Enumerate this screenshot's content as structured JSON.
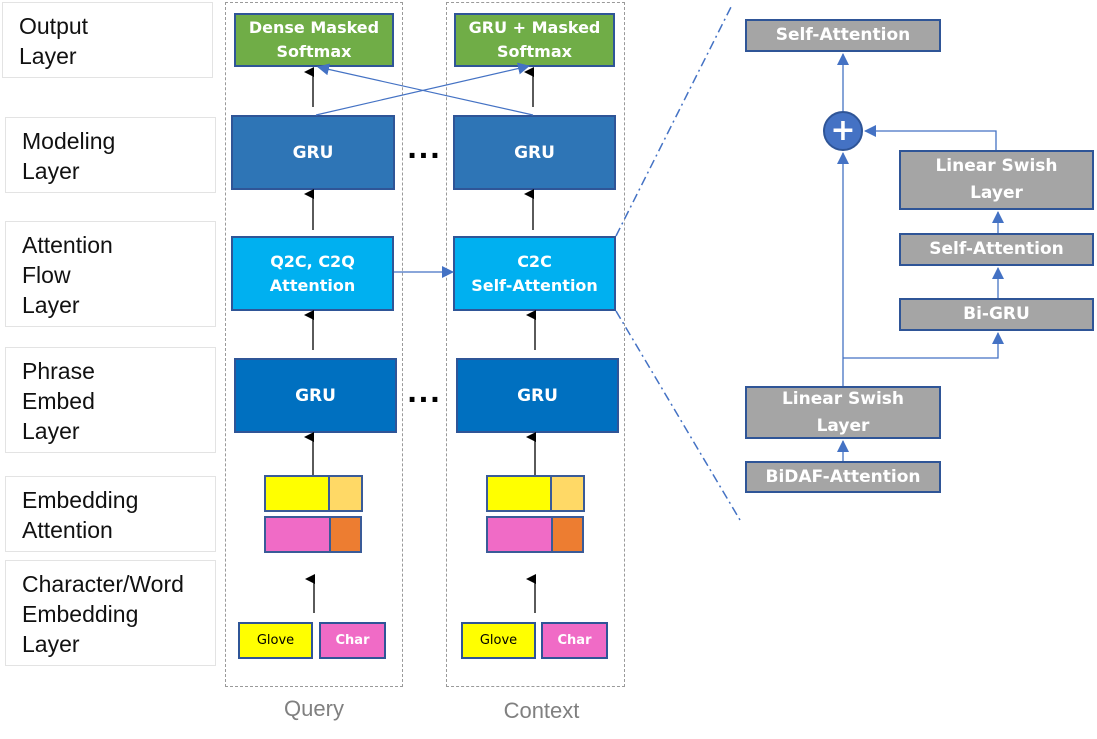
{
  "layer_labels": [
    {
      "id": "output",
      "text": "Output\nLayer"
    },
    {
      "id": "modeling",
      "text": "Modeling\nLayer"
    },
    {
      "id": "attention-flow",
      "text": "Attention\nFlow\nLayer"
    },
    {
      "id": "phrase-embed",
      "text": "Phrase\nEmbed\nLayer"
    },
    {
      "id": "embedding-attention",
      "text": "Embedding\nAttention"
    },
    {
      "id": "char-word-embedding",
      "text": "Character/Word\nEmbedding\nLayer"
    }
  ],
  "columns": {
    "query": {
      "caption": "Query",
      "output": "Dense Masked\nSoftmax",
      "modeling": "GRU",
      "attention": "Q2C, C2Q\nAttention",
      "phrase": "GRU",
      "glove": "Glove",
      "char": "Char"
    },
    "context": {
      "caption": "Context",
      "output": "GRU + Masked\nSoftmax",
      "modeling": "GRU",
      "attention": "C2C\nSelf-Attention",
      "phrase": "GRU",
      "glove": "Glove",
      "char": "Char"
    }
  },
  "ellipsis": "...",
  "detail": {
    "top_self_attention": "Self-Attention",
    "plus_symbol": "+",
    "linear_swish_right": "Linear Swish\nLayer",
    "self_attention_right": "Self-Attention",
    "bi_gru": "Bi-GRU",
    "linear_swish_left": "Linear Swish\nLayer",
    "bidaf_attention": "BiDAF-Attention"
  },
  "colors": {
    "output_green": "#70ad47",
    "modeling_blue": "#2e75b6",
    "phrase_blue": "#0070c0",
    "attention_cyan": "#00b0f0",
    "detail_gray": "#a5a5a5",
    "border_navy": "#2f5597",
    "connector_blue": "#4472c4",
    "glove_yellow": "#ffff00",
    "char_pink": "#f06bc6",
    "light_orange": "#ffd966",
    "orange": "#ed7d31"
  }
}
